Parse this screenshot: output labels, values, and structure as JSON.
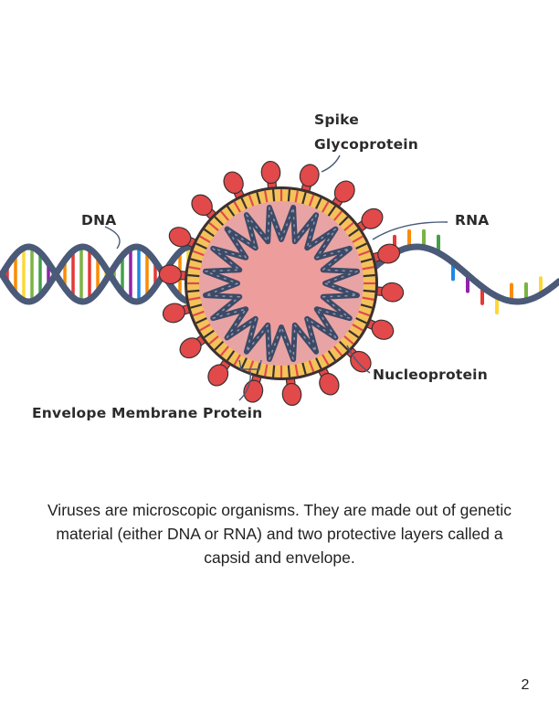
{
  "figure": {
    "labels": {
      "spike_line1": "Spike",
      "spike_line2": "Glycoprotein",
      "dna": "DNA",
      "rna": "RNA",
      "nucleoprotein": "Nucleoprotein",
      "envelope": "Envelope Membrane Protein"
    },
    "colors": {
      "helix_strand": "#4a5a78",
      "virus_body": "#e8a4a4",
      "spike": "#e2494a",
      "capsid_band": "#f3c35a",
      "nucleoprotein_coil": "#3d4a66"
    }
  },
  "caption": {
    "line1": "Viruses are microscopic organisms. They are made out of genetic",
    "line2": "material (either DNA or RNA) and two protective layers called a",
    "line3": "capsid and envelope."
  },
  "page": {
    "number": "2"
  }
}
